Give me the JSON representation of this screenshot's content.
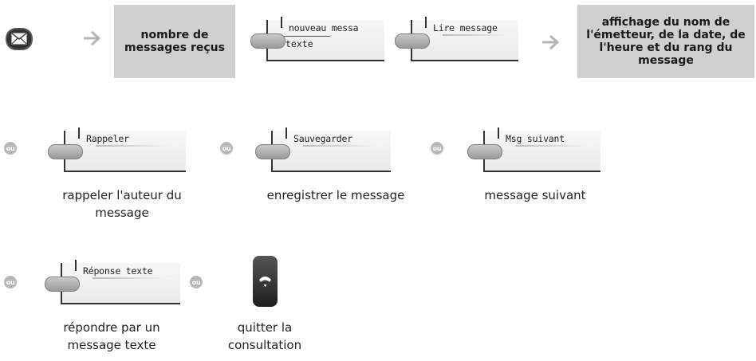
{
  "row1": {
    "box1": [
      "nombre de",
      "messages reçus"
    ],
    "softkey_new": {
      "line1": "nouveau messa",
      "line2": "texte"
    },
    "softkey_read": "Lire message",
    "box2": [
      "affichage du nom de",
      "l'émetteur, de la date, de",
      "l'heure et du rang du",
      "message"
    ]
  },
  "or_label": "ou",
  "row2": {
    "items": [
      {
        "key": "Rappeler",
        "caption": [
          "rappeler l'auteur du",
          "message"
        ]
      },
      {
        "key": "Sauvegarder",
        "caption": [
          "enregistrer le message"
        ]
      },
      {
        "key": "Msg suivant",
        "caption": [
          "message suivant"
        ]
      }
    ]
  },
  "row3": {
    "items": [
      {
        "key": "Réponse texte",
        "caption": [
          "répondre par un",
          "message texte"
        ]
      },
      {
        "key": "",
        "caption": [
          "quitter la",
          "consultation"
        ]
      }
    ]
  },
  "icons": [
    "envelope-icon",
    "arrow-right-icon",
    "handset-hangup-icon"
  ]
}
